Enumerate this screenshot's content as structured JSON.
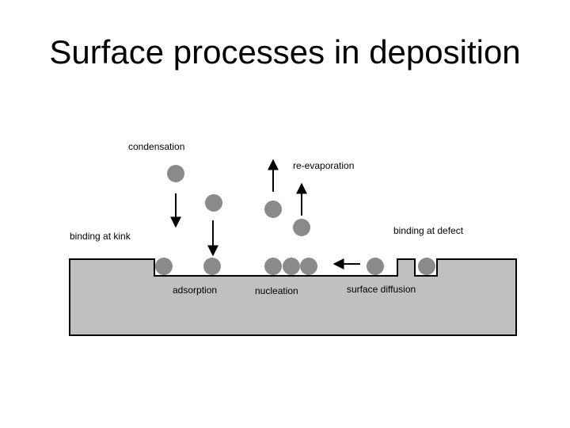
{
  "title": "Surface processes in deposition",
  "labels": {
    "condensation": "condensation",
    "re_evaporation": "re-evaporation",
    "binding_at_kink": "binding at kink",
    "binding_at_defect": "binding at defect",
    "adsorption": "adsorption",
    "nucleation": "nucleation",
    "surface_diffusion": "surface diffusion"
  },
  "colors": {
    "substrate_fill": "#c0c0c0",
    "atom_fill": "#8a8a8a",
    "line": "#000000"
  }
}
